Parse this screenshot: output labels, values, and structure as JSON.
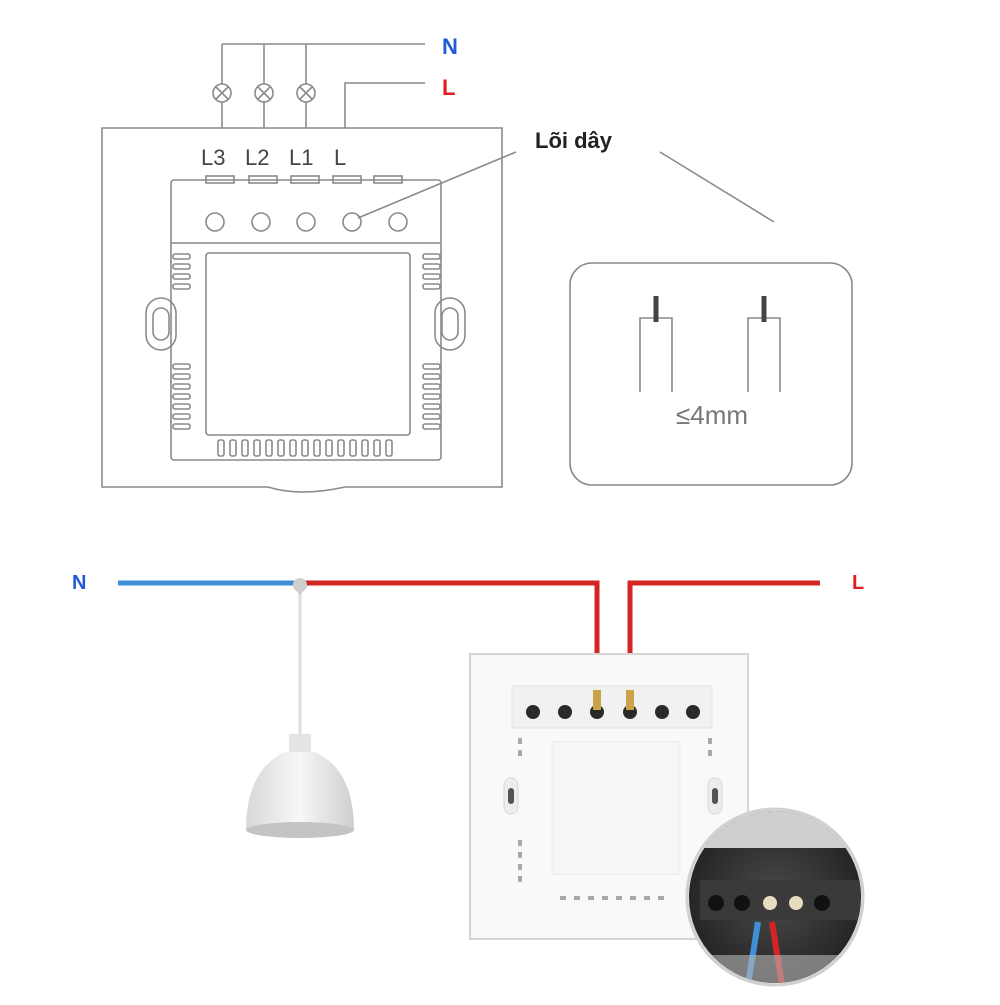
{
  "top_diagram": {
    "wire_label_n": "N",
    "wire_label_l": "L",
    "terminal_labels": [
      "L3",
      "L2",
      "L1",
      "L"
    ],
    "callout_label": "Lõi dây",
    "strip_length": "≤4mm"
  },
  "bottom_diagram": {
    "wire_label_n": "N",
    "wire_label_l": "L"
  },
  "colors": {
    "neutral": "#1f5bd6",
    "live": "#e02020",
    "wire_neutral": "#3f8fd8",
    "wire_live": "#d42525",
    "outline": "#8a8a8a"
  }
}
